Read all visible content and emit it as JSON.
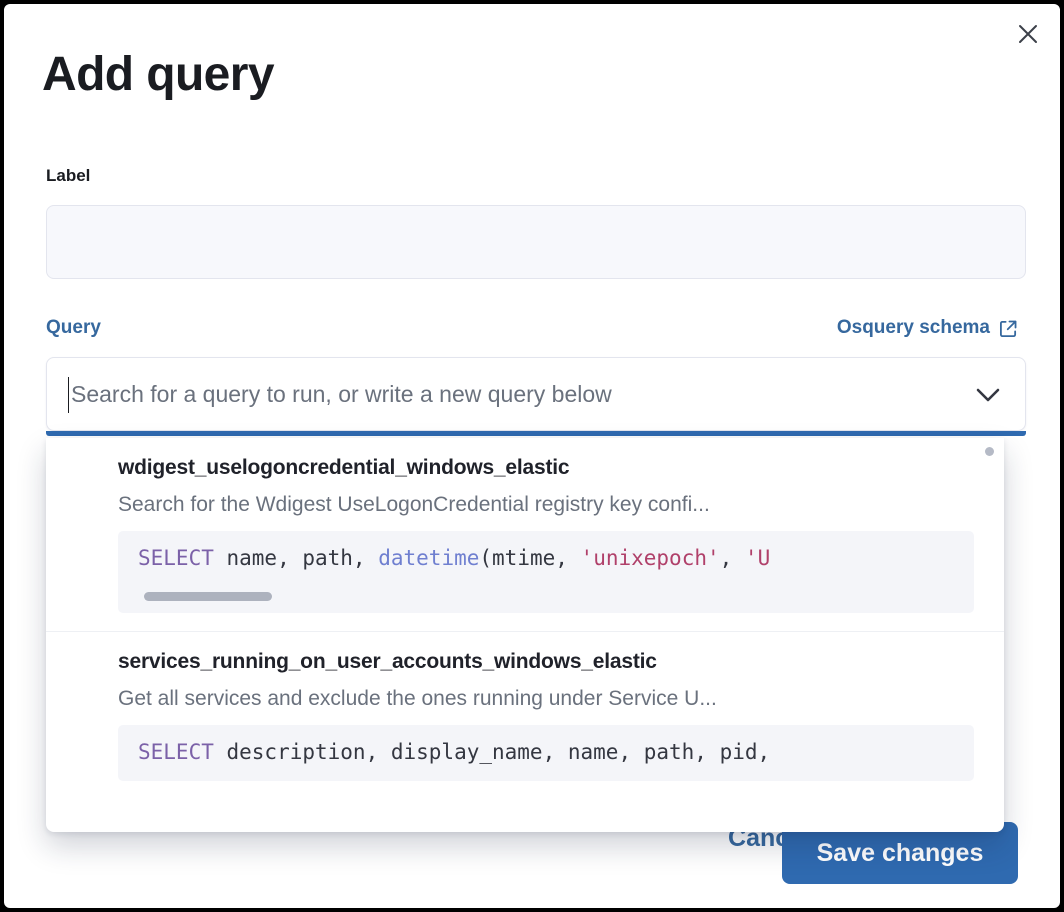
{
  "modal": {
    "title": "Add query",
    "close_icon": "close-icon"
  },
  "label_field": {
    "label": "Label",
    "value": "",
    "placeholder": ""
  },
  "query_section": {
    "label": "Query",
    "schema_link": "Osquery schema",
    "schema_link_icon": "external-link-icon",
    "combo": {
      "value": "",
      "placeholder": "Search for a query to run, or write a new query below",
      "arrow_icon": "chevron-down-icon"
    }
  },
  "dropdown": {
    "items": [
      {
        "title": "wdigest_uselogoncredential_windows_elastic",
        "description": "Search for the Wdigest UseLogonCredential registry key confi...",
        "code": {
          "keyword": "SELECT",
          "rest_1": " name, path, ",
          "function": "datetime",
          "rest_2": "(mtime, ",
          "string_1": "'unixepoch'",
          "rest_3": ", ",
          "string_2": "'U"
        },
        "has_code_scrollbar": true
      },
      {
        "title": "services_running_on_user_accounts_windows_elastic",
        "description": "Get all services and exclude the ones running under Service U...",
        "code": {
          "keyword": "SELECT",
          "rest_1": " description, display_name, name, path, pid,",
          "function": "",
          "rest_2": "",
          "string_1": "",
          "rest_3": "",
          "string_2": ""
        },
        "has_code_scrollbar": false
      }
    ]
  },
  "footer": {
    "cancel_label": "Cancel",
    "save_label": "Save changes"
  },
  "colors": {
    "accent": "#2f6ab0",
    "link": "#36689e",
    "text": "#1a1c21",
    "muted": "#6a717d",
    "code_bg": "#f4f5f9",
    "input_bg": "#f7f8fc"
  }
}
